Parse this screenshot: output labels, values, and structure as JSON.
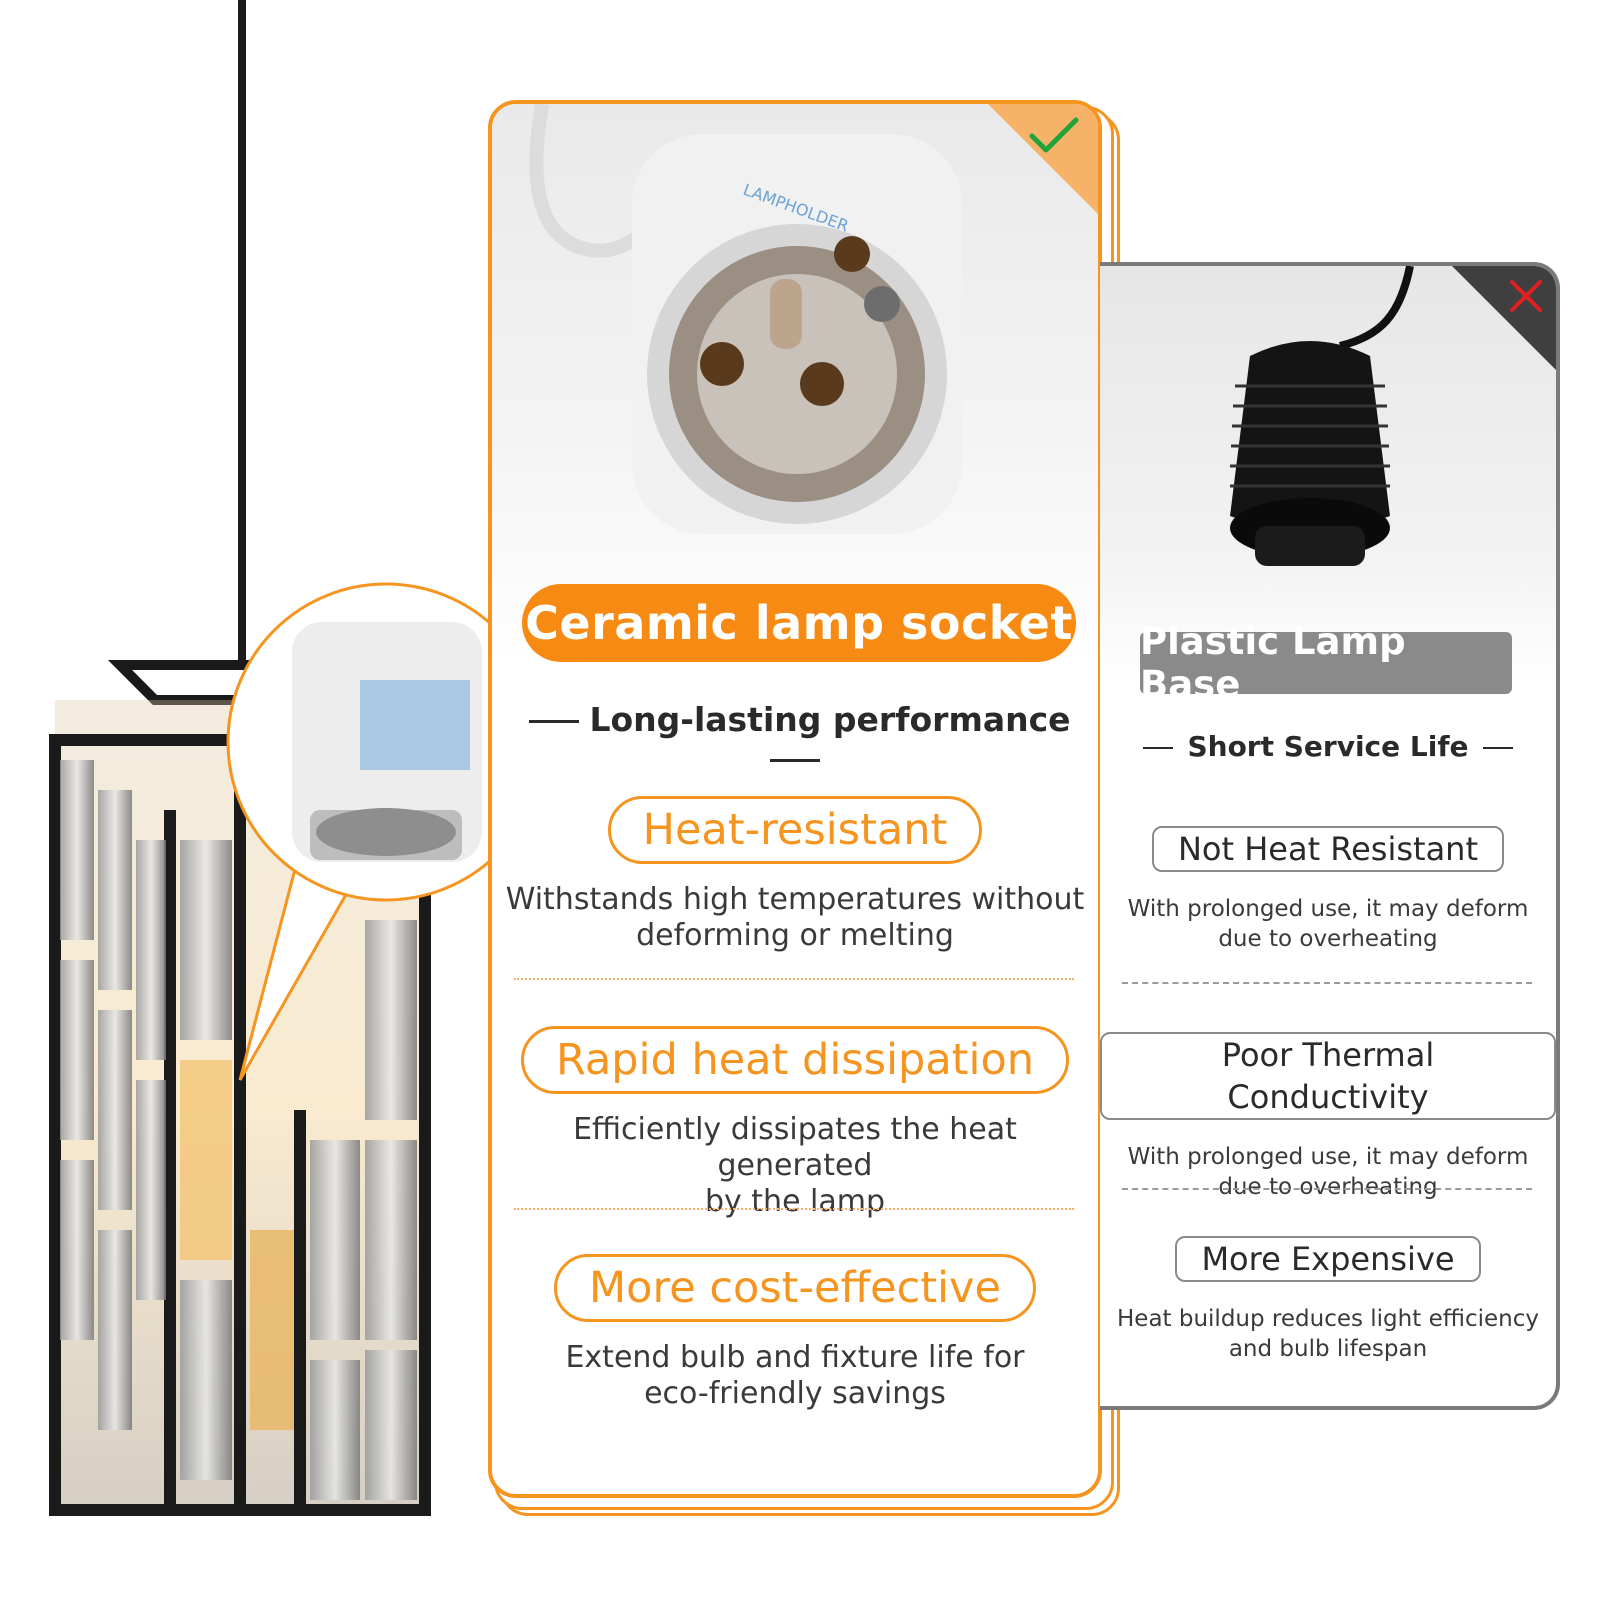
{
  "good": {
    "title": "Ceramic lamp socket",
    "subtitle": "Long-lasting performance",
    "features": [
      {
        "label": "Heat-resistant",
        "desc_line1": "Withstands high temperatures without",
        "desc_line2": "deforming or melting"
      },
      {
        "label": "Rapid heat dissipation",
        "desc_line1": "Efficiently dissipates the heat generated",
        "desc_line2": "by the lamp"
      },
      {
        "label": "More cost-effective",
        "desc_line1": "Extend bulb and fixture life for",
        "desc_line2": "eco-friendly savings"
      }
    ],
    "corner_icon": "check-icon",
    "accent": "#f5941e"
  },
  "bad": {
    "title": "Plastic Lamp Base",
    "subtitle": "Short Service Life",
    "features": [
      {
        "label": "Not Heat Resistant",
        "desc_line1": "With prolonged use, it may deform",
        "desc_line2": "due to overheating"
      },
      {
        "label": "Poor Thermal Conductivity",
        "desc_line1": "With prolonged use, it may deform",
        "desc_line2": "due to overheating"
      },
      {
        "label": "More Expensive",
        "desc_line1": "Heat buildup reduces light efficiency",
        "desc_line2": "and bulb lifespan"
      }
    ],
    "corner_icon": "x-icon",
    "accent": "#8a8a8a"
  }
}
